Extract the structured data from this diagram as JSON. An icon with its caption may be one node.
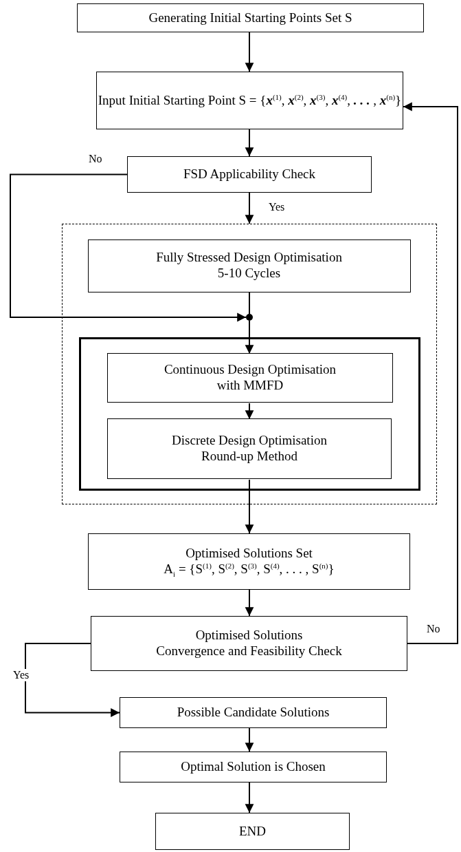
{
  "diagram": {
    "nodes": [
      {
        "text": [
          "Generating Initial Starting Points Set S"
        ]
      },
      {
        "text": [
          "Input Initial Starting Point S = {**x**$^{(1)}$, **x**$^{(2)}$, **x**$^{(3)}$, **x**$^{(4)}$, **. . .** , **x**$^{(n)}$}"
        ]
      },
      {
        "text": [
          "FSD Applicability Check"
        ]
      },
      {
        "text": [],
        "shape": "box"
      },
      {
        "text": [
          "Fully Stressed Design Optimisation",
          "5-10 Cycles"
        ],
        "in": 3
      },
      {
        "text": [],
        "shape": "circle",
        "in": 3
      },
      {
        "text": [],
        "shape": "box",
        "in": 3
      },
      {
        "text": [
          "Continuous Design Optimisation",
          "with MMFD"
        ],
        "in": 6
      },
      {
        "text": [
          "Discrete Design Optimisation",
          "Round-up Method"
        ],
        "in": 6
      },
      {
        "text": [
          "Optimised Solutions Set",
          "A$_{i}$ = {S$^{(1)}$, S$^{(2)}$, S$^{(3)}$, S$^{(4)}$, . . . , S$^{(n)}$}"
        ]
      },
      {
        "text": [
          "Optimised Solutions",
          "Convergence and Feasibility Check"
        ]
      },
      {
        "text": [
          "Possible Candidate Solutions"
        ]
      },
      {
        "text": [
          "Optimal Solution is Chosen"
        ]
      },
      {
        "text": [
          "END"
        ]
      }
    ],
    "edges": [
      {
        "from": 0,
        "to": 1,
        "arrow": "to"
      },
      {
        "from": 1,
        "to": 2,
        "arrow": "to"
      },
      {
        "from": 2,
        "to": 3,
        "arrow": "to",
        "label": "Yes"
      },
      {
        "from": 4,
        "to": 5,
        "arrow": "none"
      },
      {
        "from": 2,
        "to": 5,
        "arrow": "to",
        "label": "No"
      },
      {
        "from": 5,
        "to": 7,
        "arrow": "to"
      },
      {
        "from": 7,
        "to": 8,
        "arrow": "to"
      },
      {
        "from": 8,
        "to": 9,
        "arrow": "to"
      },
      {
        "from": 9,
        "to": 10,
        "arrow": "to"
      },
      {
        "from": 10,
        "to": 1,
        "arrow": "to",
        "label": "No"
      },
      {
        "from": 10,
        "to": 11,
        "arrow": "to",
        "label": "Yes"
      },
      {
        "from": 11,
        "to": 12,
        "arrow": "to"
      },
      {
        "from": 12,
        "to": 13,
        "arrow": "to"
      }
    ]
  }
}
